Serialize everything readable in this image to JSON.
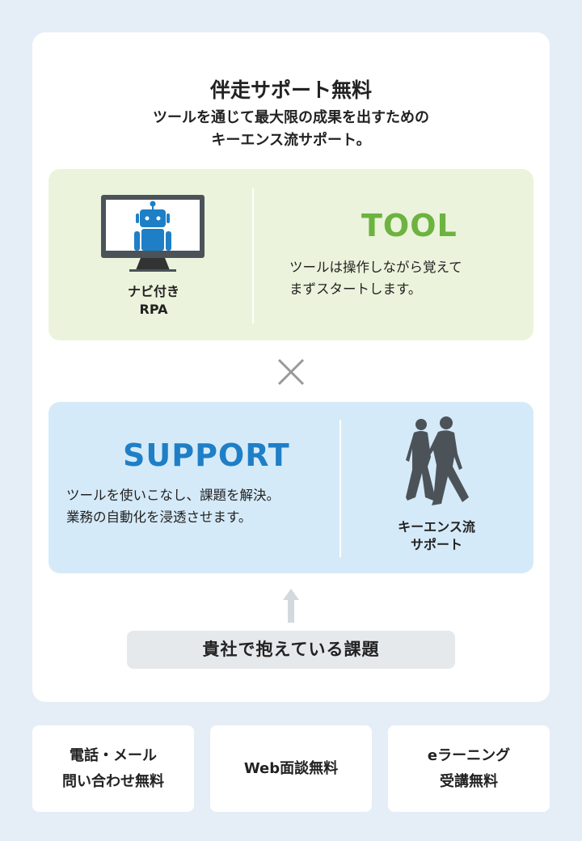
{
  "header": {
    "title": "伴走サポート無料",
    "subtitle_line1": "ツールを通じて最大限の成果を出すための",
    "subtitle_line2": "キーエンス流サポート。"
  },
  "tool": {
    "icon_caption_line1": "ナビ付き",
    "icon_caption_line2": "RPA",
    "heading": "TOOL",
    "desc_line1": "ツールは操作しながら覚えて",
    "desc_line2": "まずスタートします。",
    "color": "#6db33f"
  },
  "support": {
    "heading": "SUPPORT",
    "desc_line1": "ツールを使いこなし、課題を解決。",
    "desc_line2": "業務の自動化を浸透させます。",
    "icon_caption_line1": "キーエンス流",
    "icon_caption_line2": "サポート",
    "color": "#1e7fc6"
  },
  "problem": {
    "label": "貴社で抱えている課題"
  },
  "features": [
    {
      "line1": "電話・メール",
      "line2": "問い合わせ無料"
    },
    {
      "line1": "Web面談無料",
      "line2": ""
    },
    {
      "line1": "eラーニング",
      "line2": "受講無料"
    }
  ]
}
